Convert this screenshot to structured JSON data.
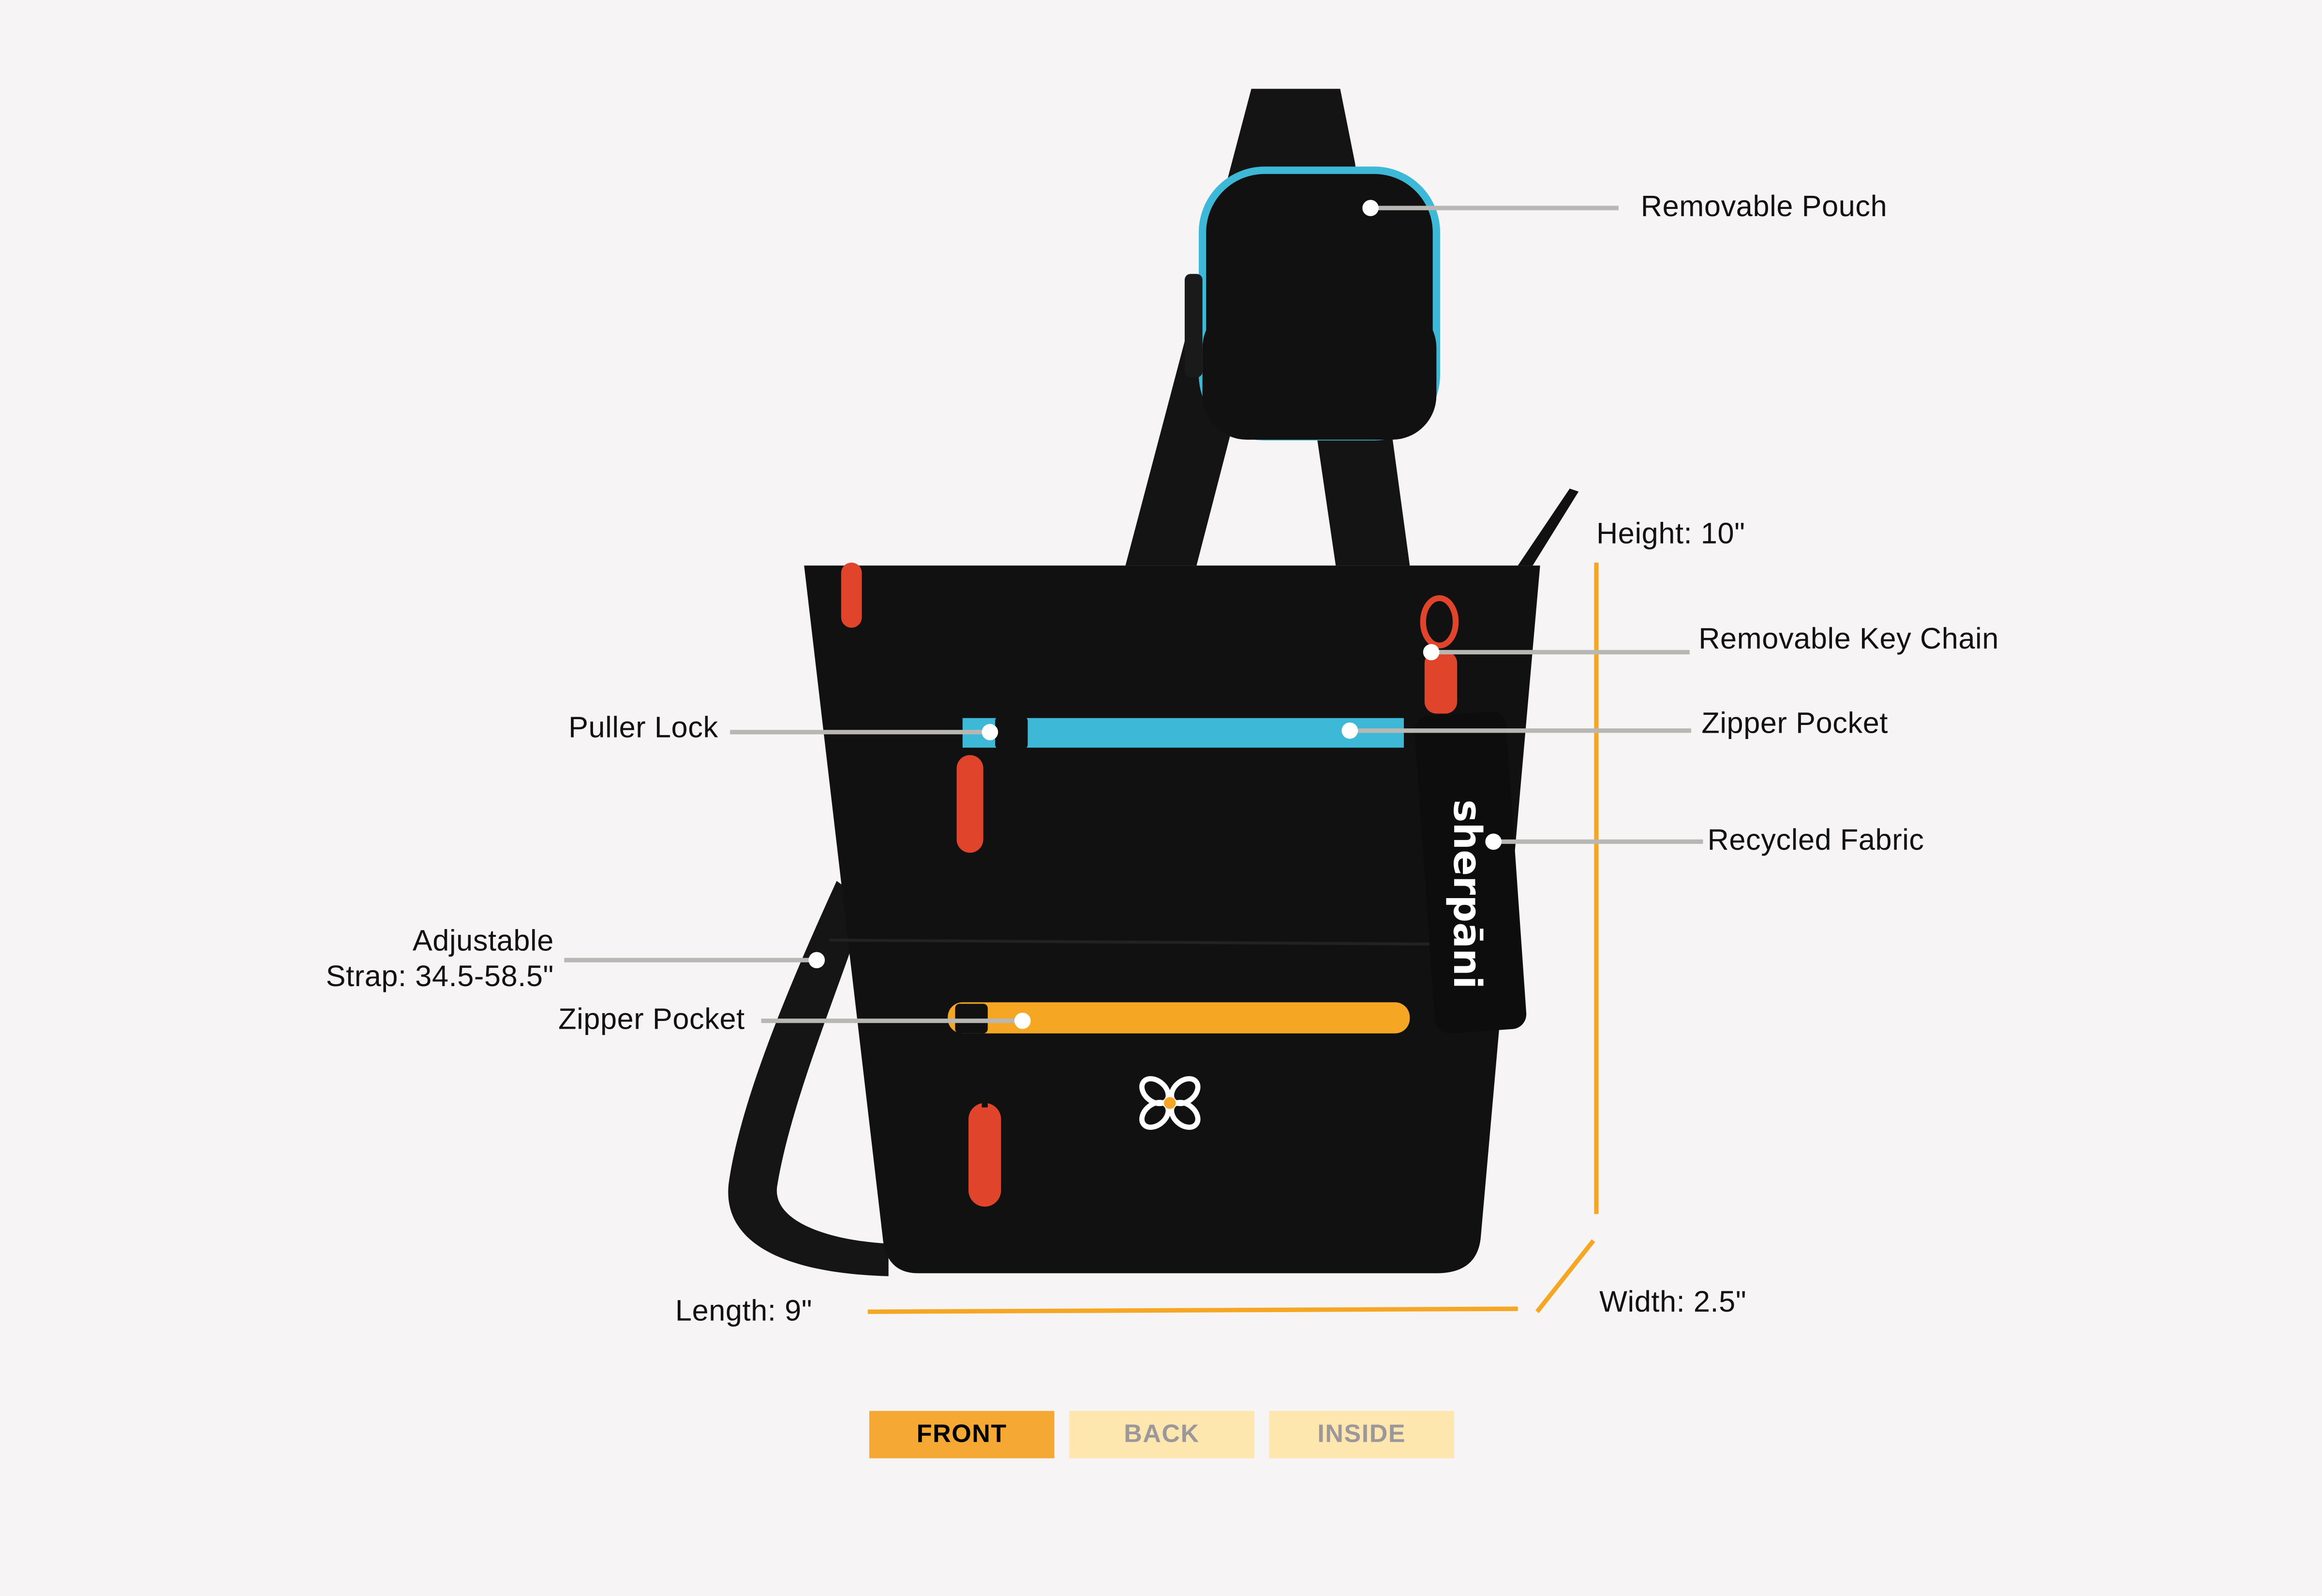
{
  "colors": {
    "accent": "#f5a833",
    "accent_light": "#fee6af",
    "zipper_blue": "#3db8d6",
    "zipper_orange": "#f5a623",
    "puller_red": "#e0452b",
    "bag": "#111111"
  },
  "brand": {
    "keychain_text": "sherpāni"
  },
  "callouts": {
    "removable_pouch": "Removable Pouch",
    "height": "Height: 10\"",
    "removable_key_chain": "Removable Key Chain",
    "zipper_pocket_front": "Zipper Pocket",
    "recycled_fabric": "Recycled Fabric",
    "puller_lock": "Puller Lock",
    "adjustable_line1": "Adjustable",
    "adjustable_line2": "Strap: 34.5-58.5\"",
    "zipper_pocket_lower": "Zipper Pocket",
    "length": "Length: 9\"",
    "width": "Width: 2.5\""
  },
  "tabs": [
    {
      "label": "FRONT",
      "active": true
    },
    {
      "label": "BACK",
      "active": false
    },
    {
      "label": "INSIDE",
      "active": false
    }
  ]
}
